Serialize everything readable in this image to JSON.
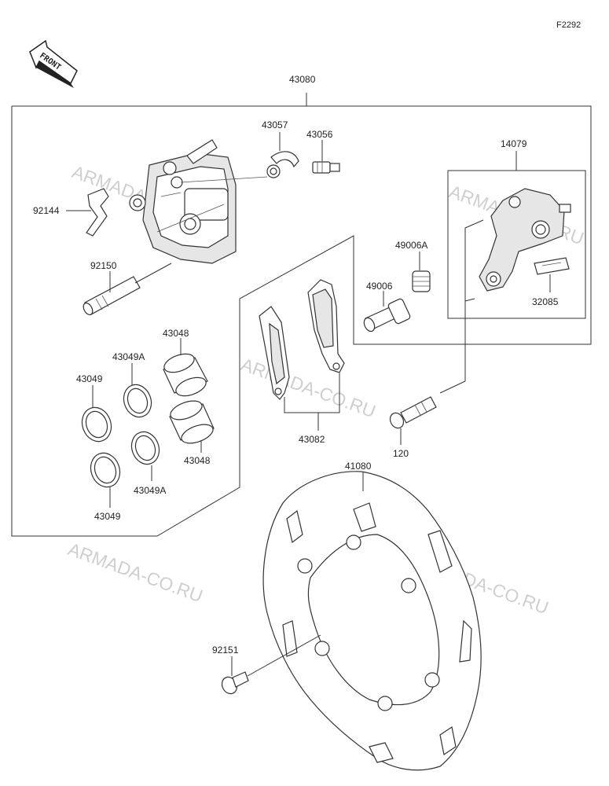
{
  "figure_code": "F2292",
  "front_badge": "FRONT",
  "watermark": "ARMADA-CO.RU",
  "parts": {
    "p43080": "43080",
    "p43057": "43057",
    "p43056": "43056",
    "p14079": "14079",
    "p92144": "92144",
    "p92150": "92150",
    "p49006A": "49006A",
    "p49006": "49006",
    "p32085": "32085",
    "p43048a": "43048",
    "p43049Aa": "43049A",
    "p43049a": "43049",
    "p43048b": "43048",
    "p43049Ab": "43049A",
    "p43049b": "43049",
    "p43082": "43082",
    "p120": "120",
    "p41080": "41080",
    "p92151": "92151"
  }
}
